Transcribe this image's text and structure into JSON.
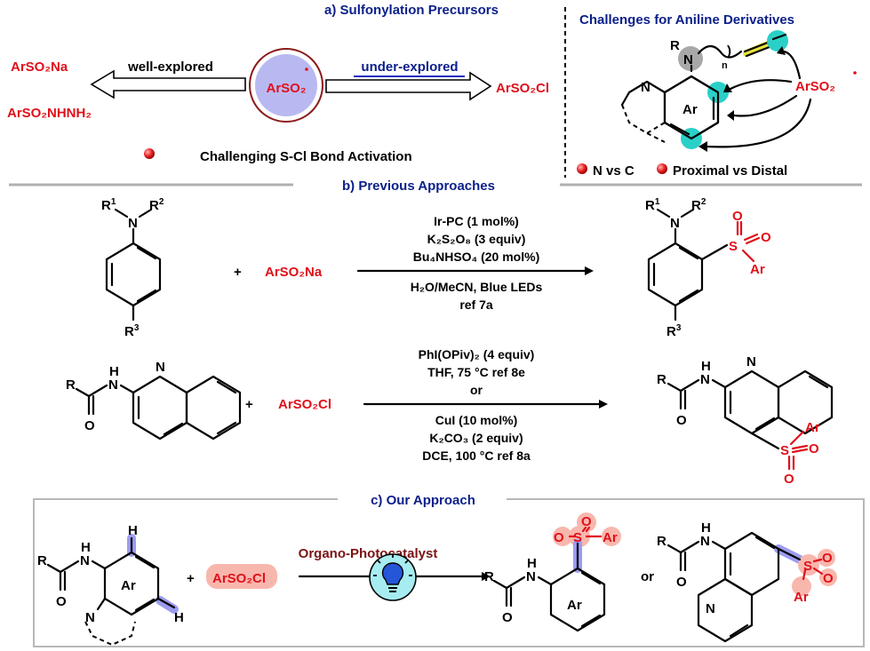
{
  "section_a": {
    "title": "a) Sulfonylation Precursors",
    "left_reagent_1": "ArSO₂Na",
    "left_reagent_2": "ArSO₂NHNH₂",
    "left_arrow_label": "well-explored",
    "center_radical": "ArSO₂",
    "right_arrow_label": "under-explored",
    "right_reagent": "ArSO₂Cl",
    "challenge_note": "Challenging S-Cl Bond Activation"
  },
  "challenges_box": {
    "title": "Challenges for Aniline Derivatives",
    "n_label": "N",
    "r_label": "R",
    "n_sub": "n",
    "ar_label": "Ar",
    "quinoline_n": "N",
    "radical": "ArSO₂",
    "legend_1": "N vs C",
    "legend_2": "Proximal vs Distal"
  },
  "section_b": {
    "title": "b) Previous Approaches",
    "reaction_1": {
      "substrate_r1": "R",
      "substrate_r2": "R",
      "substrate_r3": "R",
      "plus": "+",
      "reagent": "ArSO₂Na",
      "conditions_above": [
        "Ir-PC (1 mol%)",
        "K₂S₂O₈ (3 equiv)",
        "Bu₄NHSO₄ (20 mol%)"
      ],
      "conditions_below": [
        "H₂O/MeCN, Blue LEDs",
        "ref 7a"
      ],
      "product_ar": "Ar"
    },
    "reaction_2": {
      "plus": "+",
      "reagent": "ArSO₂Cl",
      "conditions_above": [
        "PhI(OPiv)₂ (4 equiv)",
        "THF, 75 °C ref 8e",
        "or"
      ],
      "conditions_below": [
        "CuI (10 mol%)",
        "K₂CO₃ (2 equiv)",
        "DCE, 100 °C ref 8a"
      ],
      "product_ar": "Ar"
    }
  },
  "section_c": {
    "title": "c) Our Approach",
    "plus": "+",
    "reagent": "ArSO₂Cl",
    "catalyst": "Organo-Photocatalyst",
    "ar_label": "Ar",
    "or": "or",
    "product_ar": "Ar"
  }
}
